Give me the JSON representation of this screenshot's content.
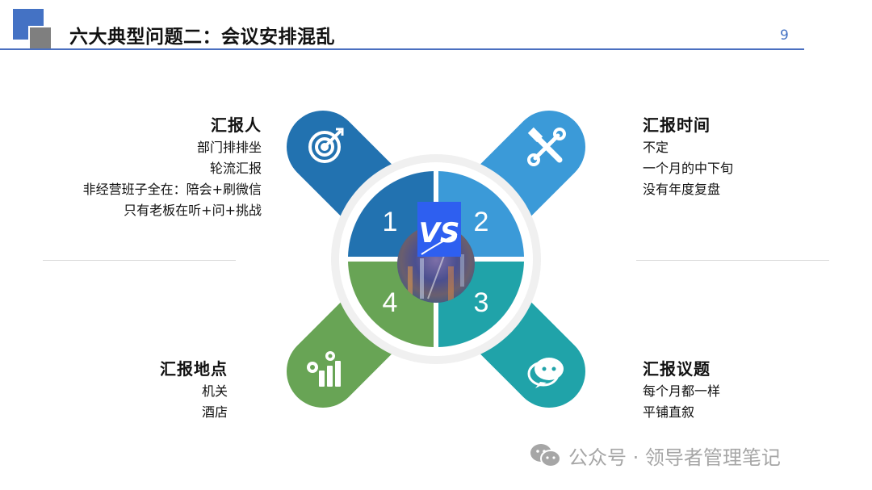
{
  "header": {
    "title": "六大典型问题二：会议安排混乱",
    "page_number": "9"
  },
  "colors": {
    "accent": "#4472c4",
    "q1": "#2272b0",
    "q2": "#3b9ad8",
    "q3": "#20a3a9",
    "q4": "#68a455"
  },
  "diagram": {
    "center_badge": "VS",
    "quadrants": [
      {
        "number": "1",
        "icon": "target-icon"
      },
      {
        "number": "2",
        "icon": "tools-icon"
      },
      {
        "number": "3",
        "icon": "chat-icon"
      },
      {
        "number": "4",
        "icon": "chart-gear-icon"
      }
    ]
  },
  "blocks": {
    "reporter": {
      "heading": "汇报人",
      "lines": [
        "部门排排坐",
        "轮流汇报",
        "非经营班子全在：陪会+刷微信",
        "只有老板在听+问+挑战"
      ]
    },
    "time": {
      "heading": "汇报时间",
      "lines": [
        "不定",
        "一个月的中下旬",
        "没有年度复盘"
      ]
    },
    "location": {
      "heading": "汇报地点",
      "lines": [
        "机关",
        "酒店"
      ]
    },
    "topic": {
      "heading": "汇报议题",
      "lines": [
        "每个月都一样",
        "平铺直叙"
      ]
    }
  },
  "watermark": {
    "text": "公众号 · 领导者管理笔记"
  }
}
